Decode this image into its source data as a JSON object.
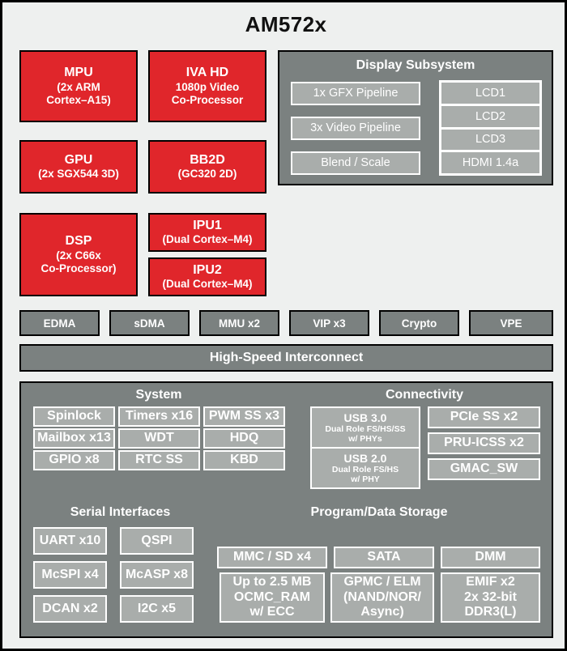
{
  "title": "AM572x",
  "cores": [
    {
      "name": "mpu",
      "line1": "MPU",
      "line2": "(2x ARM",
      "line3": "Cortex–A15)"
    },
    {
      "name": "ivahd",
      "line1": "IVA HD",
      "line2": "1080p Video",
      "line3": "Co-Processor"
    },
    {
      "name": "gpu",
      "line1": "GPU",
      "line2": "(2x SGX544 3D)",
      "line3": ""
    },
    {
      "name": "bb2d",
      "line1": "BB2D",
      "line2": "(GC320 2D)",
      "line3": ""
    },
    {
      "name": "dsp",
      "line1": "DSP",
      "line2": "(2x C66x",
      "line3": "Co-Processor)"
    },
    {
      "name": "ipu1",
      "line1": "IPU1",
      "line2": "(Dual Cortex–M4)",
      "line3": ""
    },
    {
      "name": "ipu2",
      "line1": "IPU2",
      "line2": "(Dual Cortex–M4)",
      "line3": ""
    }
  ],
  "display_subsystem": {
    "title": "Display Subsystem",
    "pipelines": [
      "1x GFX Pipeline",
      "3x Video Pipeline",
      "Blend / Scale"
    ],
    "outputs": [
      "LCD1",
      "LCD2",
      "LCD3",
      "HDMI 1.4a"
    ]
  },
  "accelerator_row": [
    "EDMA",
    "sDMA",
    "MMU x2",
    "VIP x3",
    "Crypto",
    "VPE"
  ],
  "interconnect": "High-Speed Interconnect",
  "system": {
    "title": "System",
    "blocks": [
      "Spinlock",
      "Timers x16",
      "PWM SS x3",
      "Mailbox x13",
      "WDT",
      "HDQ",
      "GPIO x8",
      "RTC SS",
      "KBD"
    ]
  },
  "connectivity": {
    "title": "Connectivity",
    "usb": [
      {
        "line1": "USB 3.0",
        "line2": "Dual Role FS/HS/SS",
        "line3": "w/ PHYs"
      },
      {
        "line1": "USB 2.0",
        "line2": "Dual Role FS/HS",
        "line3": "w/ PHY"
      }
    ],
    "blocks": [
      "PCIe SS x2",
      "PRU-ICSS x2",
      "GMAC_SW"
    ]
  },
  "serial_interfaces": {
    "title": "Serial Interfaces",
    "blocks": [
      "UART x10",
      "QSPI",
      "McSPI x4",
      "McASP x8",
      "DCAN x2",
      "I2C x5"
    ]
  },
  "storage": {
    "title": "Program/Data Storage",
    "top_row": [
      "MMC / SD x4",
      "SATA",
      "DMM"
    ],
    "bottom_row": [
      {
        "line1": "Up to 2.5 MB",
        "line2": "OCMC_RAM",
        "line3": "w/ ECC"
      },
      {
        "line1": "GPMC / ELM",
        "line2": "(NAND/NOR/",
        "line3": "Async)"
      },
      {
        "line1": "EMIF x2",
        "line2": "2x 32-bit",
        "line3": "DDR3(L)"
      }
    ]
  },
  "colors": {
    "background": "#eef0ef",
    "core_red": "#e0262b",
    "panel_gray": "#7b8180",
    "chip_gray": "#a9adab",
    "border_black": "#000000",
    "text_white": "#ffffff"
  }
}
